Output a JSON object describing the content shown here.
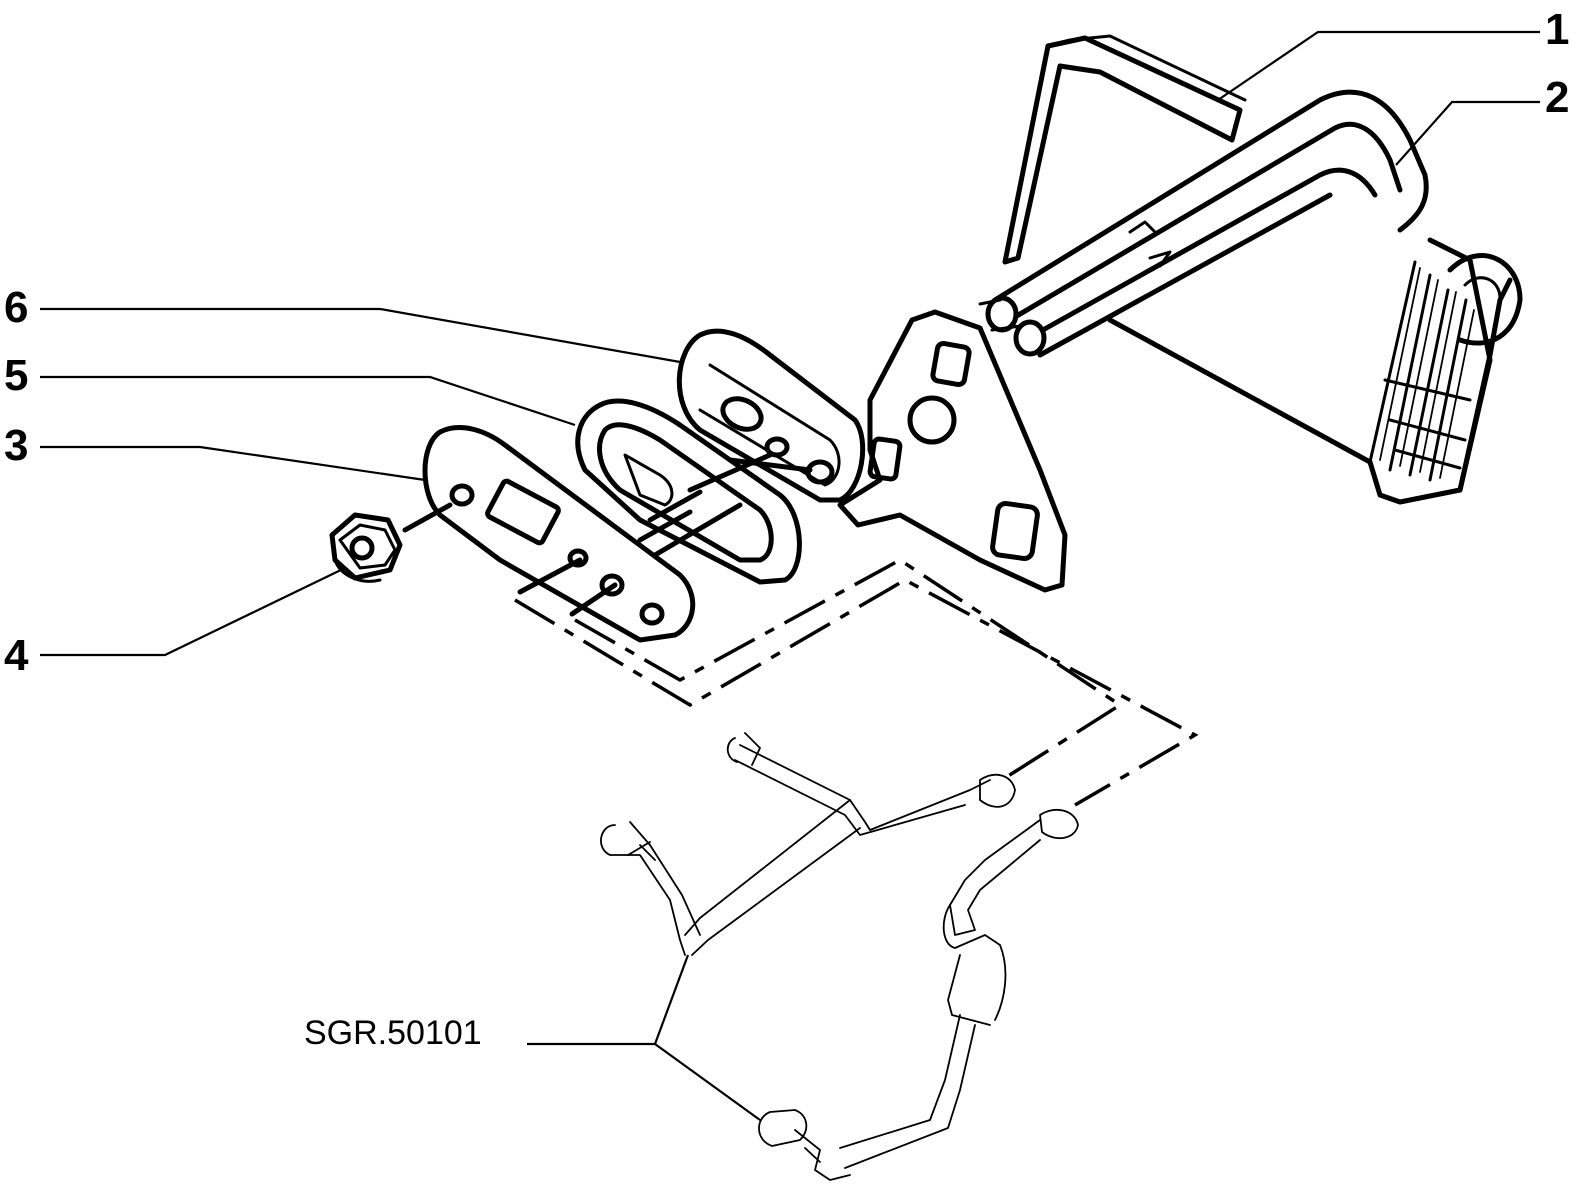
{
  "callouts": {
    "c1": "1",
    "c2": "2",
    "c3": "3",
    "c4": "4",
    "c5": "5",
    "c6": "6"
  },
  "reference": {
    "label": "SGR.50101"
  }
}
